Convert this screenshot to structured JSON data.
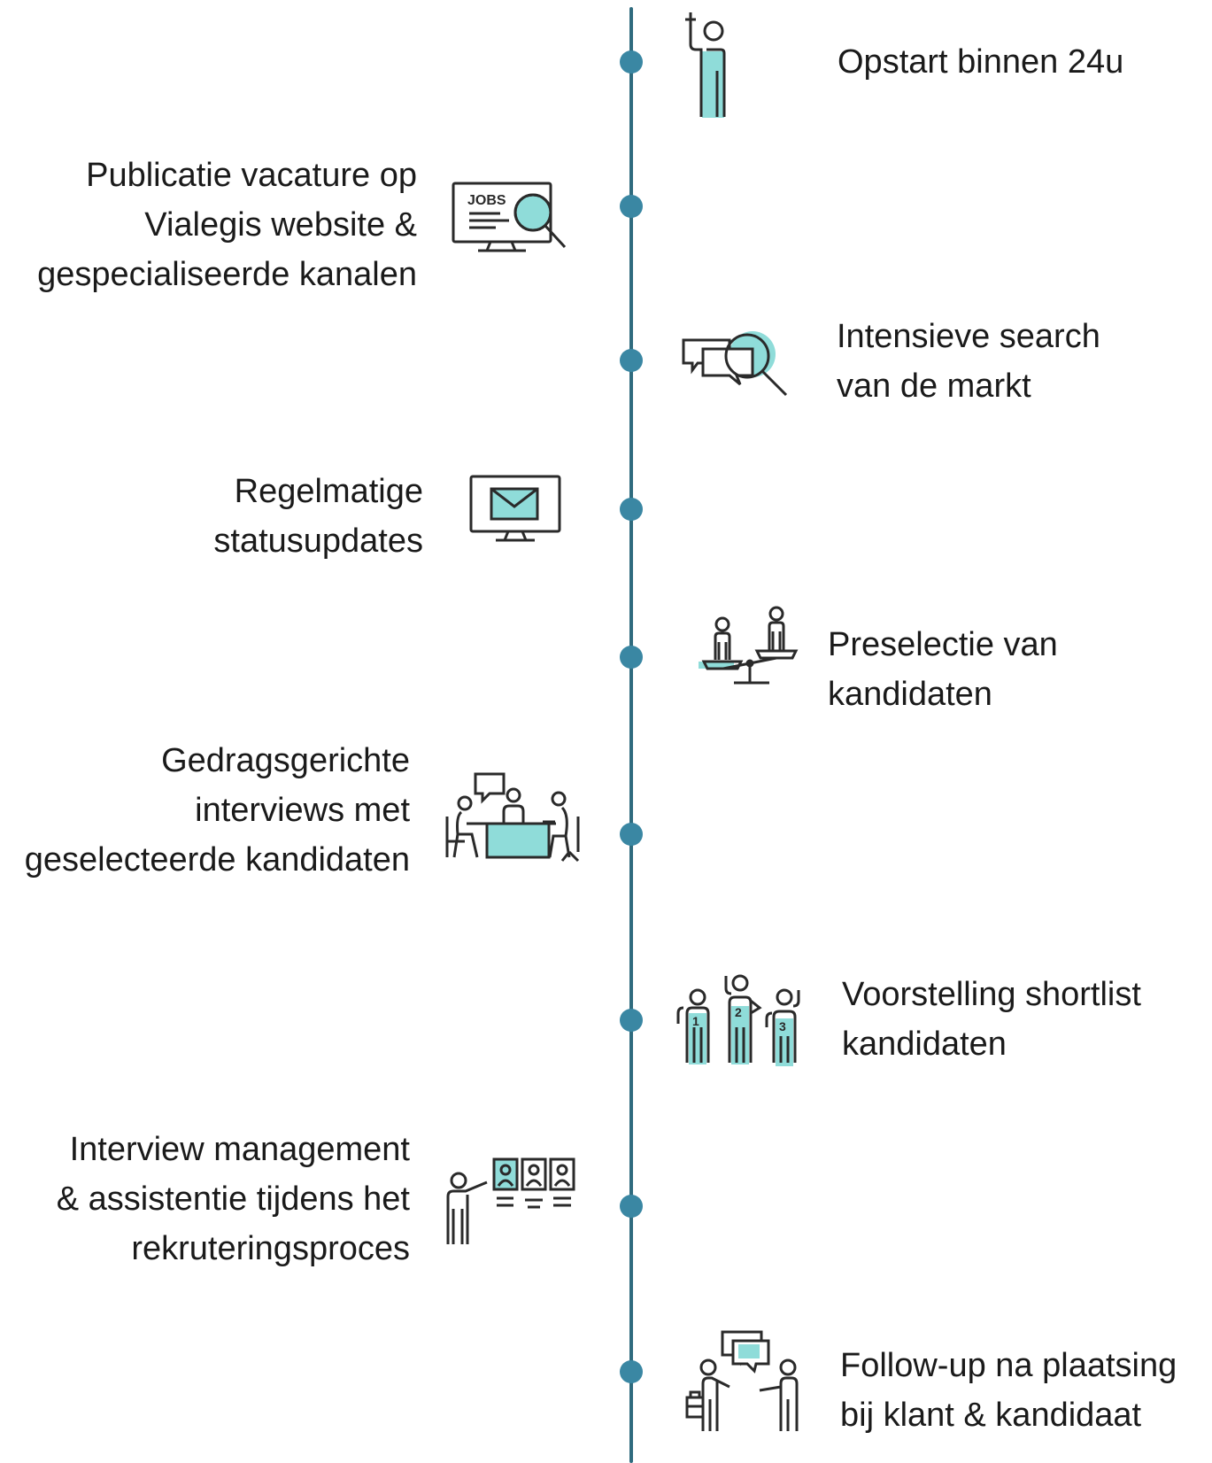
{
  "colors": {
    "line": "#2f6b7e",
    "dot": "#3a87a3",
    "accent": "#8fdcd9",
    "stroke": "#2a2a2a",
    "text": "#1a1a1a"
  },
  "steps": [
    {
      "side": "right",
      "icon": "raised-hand-person-icon",
      "lines": [
        "Opstart binnen 24u"
      ]
    },
    {
      "side": "left",
      "icon": "jobs-monitor-search-icon",
      "lines": [
        "Publicatie vacature op",
        "Vialegis website &",
        "gespecialiseerde kanalen"
      ]
    },
    {
      "side": "right",
      "icon": "chat-bubbles-search-icon",
      "lines": [
        "Intensieve search",
        "van de markt"
      ]
    },
    {
      "side": "left",
      "icon": "email-monitor-icon",
      "lines": [
        "Regelmatige",
        "statusupdates"
      ]
    },
    {
      "side": "right",
      "icon": "scale-candidates-icon",
      "lines": [
        "Preselectie van",
        "kandidaten"
      ]
    },
    {
      "side": "left",
      "icon": "interview-table-icon",
      "lines": [
        "Gedragsgerichte",
        "interviews met",
        "geselecteerde kandidaten"
      ]
    },
    {
      "side": "right",
      "icon": "ranked-shortlist-icon",
      "lines": [
        "Voorstelling shortlist",
        "kandidaten"
      ]
    },
    {
      "side": "left",
      "icon": "presentation-profiles-icon",
      "lines": [
        "Interview management",
        "& assistentie tijdens het",
        "rekruteringsproces"
      ]
    },
    {
      "side": "right",
      "icon": "conversation-people-icon",
      "lines": [
        "Follow-up na plaatsing",
        "bij klant & kandidaat"
      ]
    }
  ],
  "icon_texts": {
    "jobs": "JOBS",
    "rank1": "1",
    "rank2": "2",
    "rank3": "3"
  }
}
